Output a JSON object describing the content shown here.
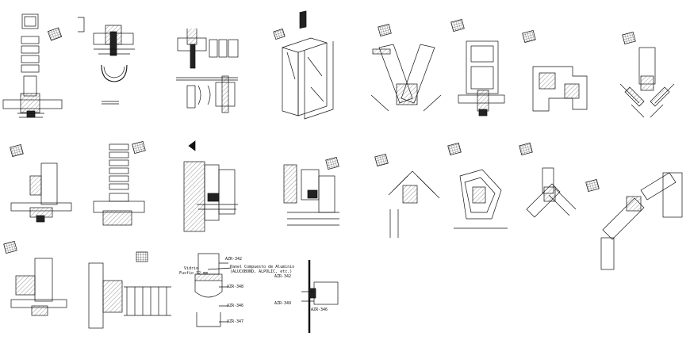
{
  "sheet": {
    "background": "#ffffff",
    "ink": "#111111",
    "hatch": "#555555"
  },
  "details": [
    {
      "id": "d01",
      "kind": "vertical-mullion-elevation"
    },
    {
      "id": "d02",
      "kind": "mullion-section-with-cap"
    },
    {
      "id": "d03",
      "kind": "transom-section-with-glass-panels"
    },
    {
      "id": "d04",
      "kind": "corner-isometric"
    },
    {
      "id": "d05",
      "kind": "angled-corner-plan"
    },
    {
      "id": "d06",
      "kind": "mullion-elevation-with-sill"
    },
    {
      "id": "d07",
      "kind": "stepped-corner-plan"
    },
    {
      "id": "d08",
      "kind": "outside-corner-90"
    },
    {
      "id": "d09",
      "kind": "jamb-section-with-panel"
    },
    {
      "id": "d10",
      "kind": "stacked-panel-elevation"
    },
    {
      "id": "d11",
      "kind": "wall-anchor-section"
    },
    {
      "id": "d12",
      "kind": "slab-edge-section"
    },
    {
      "id": "d13",
      "kind": "angled-corner-135"
    },
    {
      "id": "d14",
      "kind": "bay-corner-section"
    },
    {
      "id": "d15",
      "kind": "angled-mullion-45"
    },
    {
      "id": "d16",
      "kind": "double-angled-corner"
    },
    {
      "id": "d17",
      "kind": "base-mullion-section"
    },
    {
      "id": "d18",
      "kind": "louver-section"
    },
    {
      "id": "d19",
      "kind": "panel-profile-assembly"
    },
    {
      "id": "d20",
      "kind": "panel-joint-section"
    }
  ],
  "annotations": {
    "profile_1": "AZR-342",
    "profile_2": "AZR-348",
    "profile_3": "AZR-346",
    "profile_4": "AZR-347",
    "panel_note_1": "Panel Compuesto de Aluminio",
    "panel_note_2": "(ALUCOBOND, ALPOLIC, etc.)",
    "vidrio_1": "Vidrio",
    "vidrio_2": "Fusfio 12 mm",
    "p20_a": "AZR-342",
    "p20_b": "AZR-349",
    "p20_c": "AZR-346"
  }
}
